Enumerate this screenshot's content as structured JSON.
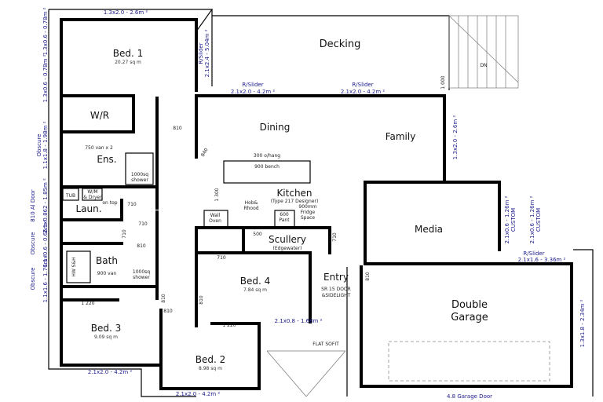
{
  "rooms": {
    "bed1": {
      "name": "Bed. 1",
      "area": "20.27 sq m"
    },
    "decking": {
      "name": "Decking"
    },
    "wr": {
      "name": "W/R"
    },
    "ens": {
      "name": "Ens."
    },
    "dining": {
      "name": "Dining"
    },
    "family": {
      "name": "Family"
    },
    "kitchen": {
      "name": "Kitchen",
      "note": "(Type 217 Designer)"
    },
    "laun": {
      "name": "Laun."
    },
    "media": {
      "name": "Media"
    },
    "scullery": {
      "name": "Scullery",
      "note": "(Edgewater)"
    },
    "bath": {
      "name": "Bath"
    },
    "bed4": {
      "name": "Bed. 4",
      "area": "7.84 sq m"
    },
    "entry": {
      "name": "Entry"
    },
    "garage": {
      "line1": "Double",
      "line2": "Garage"
    },
    "bed3": {
      "name": "Bed. 3",
      "area": "9.09 sq m"
    },
    "bed2": {
      "name": "Bed. 2",
      "area": "8.98 sq m"
    }
  },
  "dimensions": {
    "top": "1.3x2.0 - 2.6m ²",
    "left1": "1.3x0.6 - 0.78m ²",
    "left2": "1.3x0.6 - 0.78m ²",
    "r_slider_v": "R/Slider",
    "r_slider_v_dim": "2.1x2.4 - 5.04m ²",
    "rs1": "R/Slider",
    "rs1_dim": "2.1x2.0 - 4.2m ²",
    "rs2": "R/Slider",
    "rs2_dim": "2.1x2.0 - 4.2m ²",
    "family_right": "1.3x2.0 - 2.6m ²",
    "ens_left": "1.1x1.8 - 1.98m ²",
    "obscure1": "Obscure",
    "al_door": "810 Al Door",
    "al_dim": "2.1x0.862 - 1.85m ²",
    "obscure2": "Obscure",
    "lw_dim": "1.1x0.6 - 0.66m ²",
    "obscure3": "Obscure",
    "bath_left": "1.1x1.6 - 1.76m ²",
    "media1": "2.1x0.6 - 1.26m ²",
    "media1_note": "CUSTOM",
    "media2": "2.1x0.6 - 1.26m ²",
    "media2_note": "CUSTOM",
    "garage_slider": "R/Slider",
    "garage_slider_dim": "2.1x1.6 - 3.36m ²",
    "garage_right": "1.3x1.8 - 2.34m ²",
    "bed3_bottom": "2.1x2.0 - 4.2m ²",
    "bed2_bottom": "2.1x2.0 - 4.2m ²",
    "bed4_window": "2.1x0.8 - 1.68m ²",
    "garage_door": "4.8 Garage Door"
  },
  "notes": {
    "d810_a": "810",
    "d810_b": "810",
    "d810_c": "810",
    "d810_d": "810",
    "d810_e": "810",
    "d810_f": "810",
    "d710_a": "710",
    "d710_b": "710",
    "d710_c": "710",
    "d710_d": "710",
    "d710_e": "710",
    "d1220_a": "1 220",
    "d1220_b": "1 220",
    "d1300": "1 300",
    "d1000": "1 000",
    "d500": "500",
    "d840": "840",
    "van2": "750 van x 2",
    "shower1": "1000sq",
    "shower1b": "shower",
    "tub": "TUB",
    "wm": "W/M",
    "dryer": "& Dryer",
    "dryer2": "on top",
    "bench": "300 o/hang",
    "bench2": "900 bench",
    "hob": "Hob&",
    "hob2": "Rhood",
    "fridge": "900mm",
    "fridge2": "Fridge",
    "fridge3": "Space",
    "pant": "600",
    "pant2": "Pant",
    "oven": "Wall",
    "oven2": "Oven",
    "van900": "900 van",
    "shower2": "1000sq",
    "shower2b": "shower",
    "linen": "HW S&H",
    "door_entry": "SR 15 DOOR",
    "door_entry2": "&SIDELIGHT",
    "flat_sofit": "FLAT SOFIT",
    "dn": "DN"
  }
}
